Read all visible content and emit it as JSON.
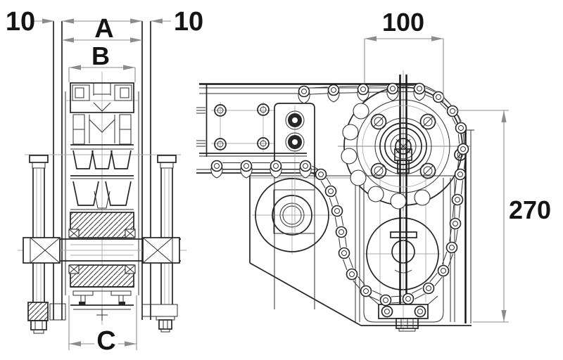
{
  "dimensions": {
    "offset_left": {
      "label": "10"
    },
    "offset_right": {
      "label": "10"
    },
    "width_a": {
      "label": "A"
    },
    "width_b": {
      "label": "B"
    },
    "width_c": {
      "label": "C"
    },
    "sprocket_width": {
      "label": "100"
    },
    "drive_height": {
      "label": "270"
    }
  },
  "style": {
    "background": "#ffffff",
    "line_color": "#2a2a2a",
    "dimension_color": "#8c8c8c",
    "text_color": "#141414"
  }
}
